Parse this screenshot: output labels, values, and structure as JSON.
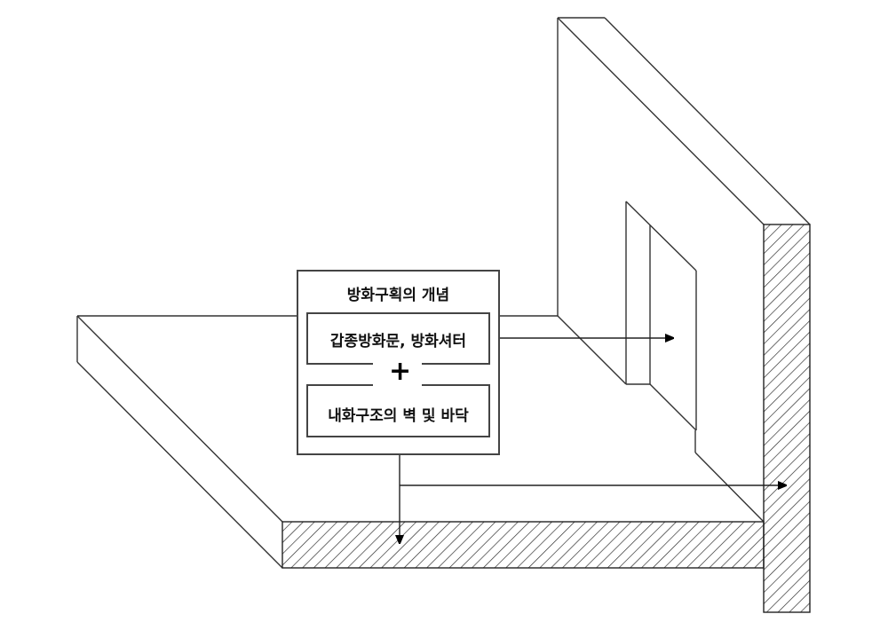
{
  "concept_box": {
    "title": "방화구획의 개념",
    "item_1": "갑종방화문, 방화셔터",
    "operator": "+",
    "item_2": "내화구조의 벽 및 바닥"
  },
  "colors": {
    "line": "#333333",
    "hatch": "#222222",
    "background": "#ffffff"
  }
}
